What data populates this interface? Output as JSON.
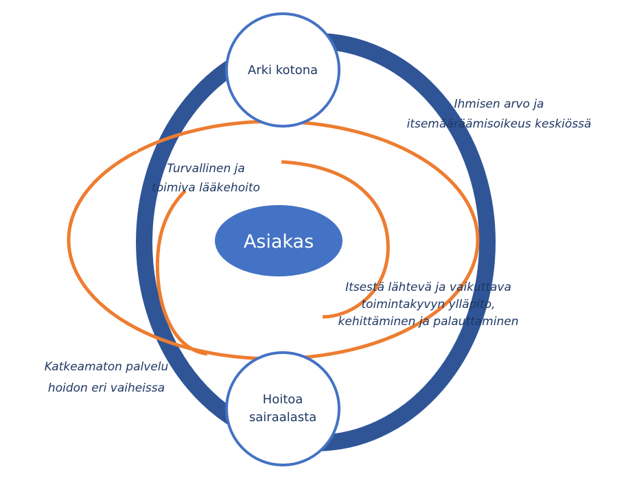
{
  "diagram": {
    "center_label": "Asiakas",
    "top_node": {
      "label": "Arki kotona"
    },
    "bottom_node": {
      "line1": "Hoitoa",
      "line2": "sairaalasta"
    },
    "inner_spiral_label": {
      "line1": "Turvallinen ja",
      "line2": "toimiva lääkehoito"
    },
    "outer_ring_label": {
      "line1": "Ihmisen arvo ja",
      "line2": "itsemääräämisoikeus keskiössä"
    },
    "functional_capacity_label": {
      "line1": "Itsestä lähtevä ja vaikuttava",
      "line2": "toimintakyvyn ylläpito,",
      "line3": "kehittäminen ja palauttaminen"
    },
    "continuity_label": {
      "line1": "Katkeamaton palvelu",
      "line2": "hoidon eri vaiheissa"
    }
  },
  "colors": {
    "navy_ring": "#2f5597",
    "orange": "#ed7d31",
    "center_fill": "#4472c4",
    "circle_stroke": "#4472c4",
    "text_dark": "#1f3864",
    "center_text": "#ffffff"
  }
}
